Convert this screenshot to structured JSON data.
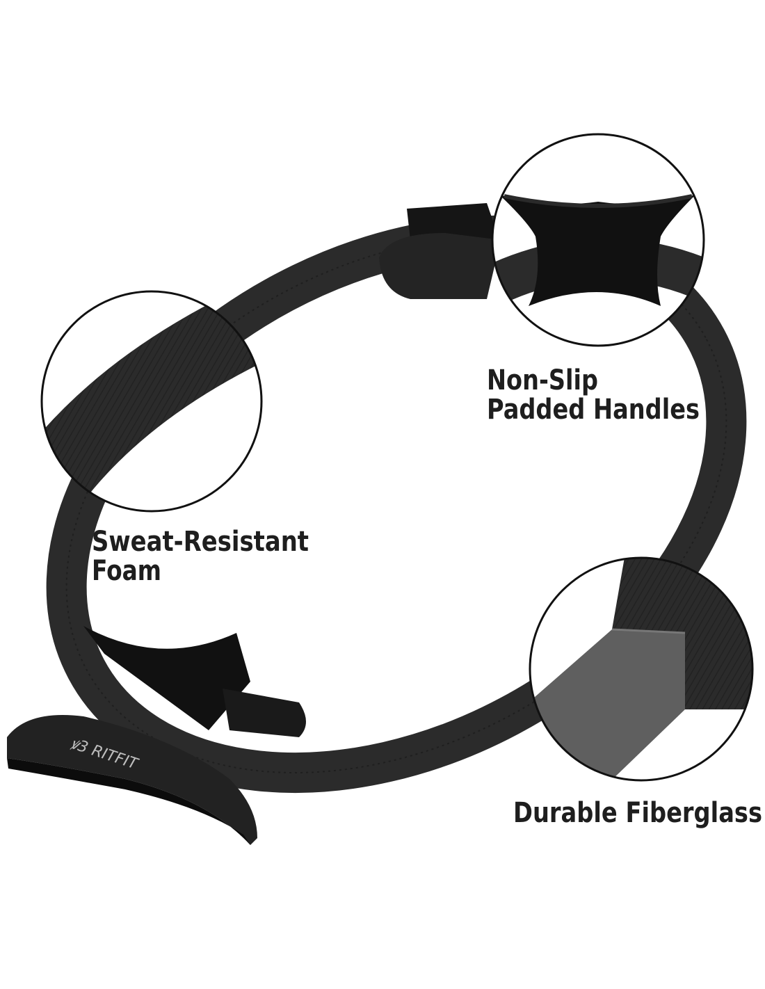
{
  "product": {
    "logo_text": "RitFit",
    "colors": {
      "ring": "#2b2b2b",
      "handle": "#151515",
      "fiberglass": "#5f5f5f",
      "text": "#1e1e1e"
    }
  },
  "labels": {
    "handles_line1": "Non-Slip",
    "handles_line2": "Padded Handles",
    "foam_line1": "Sweat-Resistant",
    "foam_line2": "Foam",
    "fiberglass": "Durable Fiberglass"
  }
}
